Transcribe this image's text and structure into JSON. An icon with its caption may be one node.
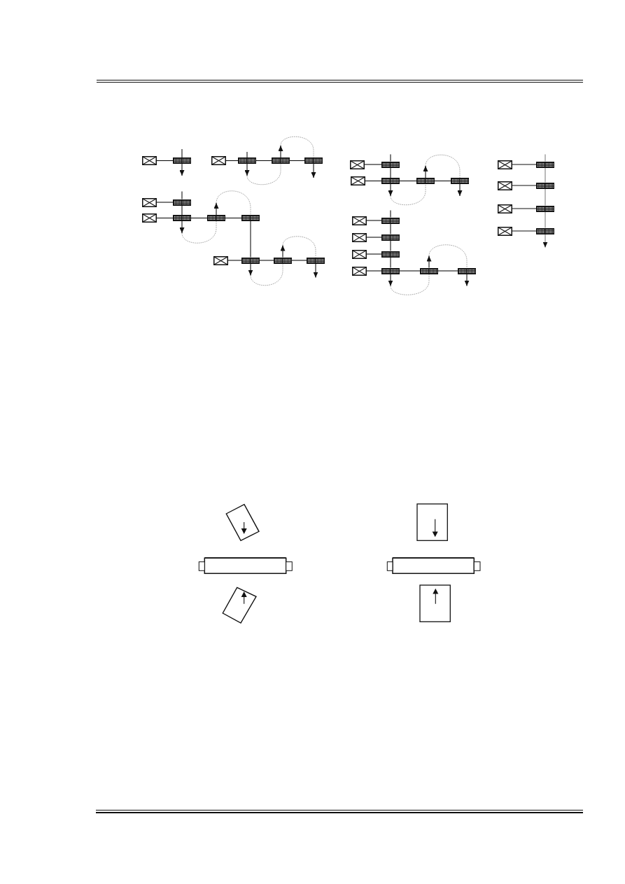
{
  "diagram": {
    "nodes": [
      {
        "text": [],
        "shape": "box"
      },
      {
        "text": [],
        "shape": "bar"
      },
      {
        "text": [],
        "shape": "box"
      },
      {
        "text": [],
        "shape": "bar"
      },
      {
        "text": [],
        "shape": "bar"
      },
      {
        "text": [],
        "shape": "bar"
      },
      {
        "text": [],
        "shape": "box"
      },
      {
        "text": [],
        "shape": "bar"
      },
      {
        "text": [],
        "shape": "box"
      },
      {
        "text": [],
        "shape": "bar"
      },
      {
        "text": [],
        "shape": "bar"
      },
      {
        "text": [],
        "shape": "bar"
      },
      {
        "text": [],
        "shape": "box"
      },
      {
        "text": [],
        "shape": "bar"
      },
      {
        "text": [],
        "shape": "bar"
      },
      {
        "text": [],
        "shape": "bar"
      },
      {
        "text": [],
        "shape": "box"
      },
      {
        "text": [],
        "shape": "bar"
      },
      {
        "text": [],
        "shape": "box"
      },
      {
        "text": [],
        "shape": "bar"
      },
      {
        "text": [],
        "shape": "bar"
      },
      {
        "text": [],
        "shape": "bar"
      },
      {
        "text": [],
        "shape": "box"
      },
      {
        "text": [],
        "shape": "bar"
      },
      {
        "text": [],
        "shape": "box"
      },
      {
        "text": [],
        "shape": "bar"
      },
      {
        "text": [],
        "shape": "box"
      },
      {
        "text": [],
        "shape": "bar"
      },
      {
        "text": [],
        "shape": "box"
      },
      {
        "text": [],
        "shape": "bar"
      },
      {
        "text": [],
        "shape": "bar"
      },
      {
        "text": [],
        "shape": "bar"
      },
      {
        "text": [],
        "shape": "box"
      },
      {
        "text": [],
        "shape": "bar"
      },
      {
        "text": [],
        "shape": "box"
      },
      {
        "text": [],
        "shape": "bar"
      },
      {
        "text": [],
        "shape": "box"
      },
      {
        "text": [],
        "shape": "bar"
      },
      {
        "text": [],
        "shape": "box"
      },
      {
        "text": [],
        "shape": "bar"
      }
    ],
    "edges": [
      {
        "from": null,
        "to": 1,
        "arrow": "none"
      },
      {
        "from": 0,
        "to": 1,
        "arrow": "none"
      },
      {
        "from": 1,
        "to": null,
        "arrow": "to"
      },
      {
        "from": 2,
        "to": 3,
        "arrow": "none"
      },
      {
        "from": 3,
        "to": 4,
        "arrow": "none"
      },
      {
        "from": 4,
        "to": 5,
        "arrow": "none"
      },
      {
        "from": null,
        "to": 3,
        "arrow": "none"
      },
      {
        "from": 3,
        "to": null,
        "arrow": "to"
      },
      {
        "from": null,
        "to": 4,
        "arrow": "none",
        "style": "dashed",
        "color": "#999999"
      },
      {
        "from": 4,
        "to": null,
        "arrow": "to"
      },
      {
        "from": null,
        "to": 5,
        "arrow": "none",
        "style": "dashed",
        "color": "#999999"
      },
      {
        "from": 5,
        "to": null,
        "arrow": "to"
      },
      {
        "from": 6,
        "to": 7,
        "arrow": "none"
      },
      {
        "from": 8,
        "to": 9,
        "arrow": "none"
      },
      {
        "from": 9,
        "to": 10,
        "arrow": "none"
      },
      {
        "from": 10,
        "to": 11,
        "arrow": "none"
      },
      {
        "from": null,
        "to": 7,
        "arrow": "none"
      },
      {
        "from": 7,
        "to": 9,
        "arrow": "none"
      },
      {
        "from": 9,
        "to": null,
        "arrow": "to"
      },
      {
        "from": null,
        "to": 10,
        "arrow": "none",
        "style": "dashed",
        "color": "#999999"
      },
      {
        "from": 10,
        "to": null,
        "arrow": "to"
      },
      {
        "from": null,
        "to": 11,
        "arrow": "none",
        "style": "dashed",
        "color": "#999999"
      },
      {
        "from": 11,
        "to": 13,
        "arrow": "none"
      },
      {
        "from": 12,
        "to": 13,
        "arrow": "none"
      },
      {
        "from": 13,
        "to": 14,
        "arrow": "none"
      },
      {
        "from": 14,
        "to": 15,
        "arrow": "none"
      },
      {
        "from": 13,
        "to": null,
        "arrow": "to"
      },
      {
        "from": null,
        "to": 14,
        "arrow": "none",
        "style": "dashed",
        "color": "#999999"
      },
      {
        "from": 14,
        "to": null,
        "arrow": "to"
      },
      {
        "from": null,
        "to": 15,
        "arrow": "none",
        "style": "dashed",
        "color": "#999999"
      },
      {
        "from": 15,
        "to": null,
        "arrow": "to"
      },
      {
        "from": 16,
        "to": 17,
        "arrow": "none"
      },
      {
        "from": 18,
        "to": 19,
        "arrow": "none"
      },
      {
        "from": 19,
        "to": 20,
        "arrow": "none"
      },
      {
        "from": 20,
        "to": 21,
        "arrow": "none"
      },
      {
        "from": null,
        "to": 17,
        "arrow": "none"
      },
      {
        "from": 17,
        "to": 19,
        "arrow": "none"
      },
      {
        "from": 19,
        "to": null,
        "arrow": "to"
      },
      {
        "from": null,
        "to": 20,
        "arrow": "none",
        "style": "dashed",
        "color": "#999999"
      },
      {
        "from": 20,
        "to": null,
        "arrow": "to"
      },
      {
        "from": null,
        "to": 21,
        "arrow": "none",
        "style": "dashed",
        "color": "#999999"
      },
      {
        "from": 21,
        "to": null,
        "arrow": "to"
      },
      {
        "from": 22,
        "to": 23,
        "arrow": "none"
      },
      {
        "from": 24,
        "to": 25,
        "arrow": "none"
      },
      {
        "from": 26,
        "to": 27,
        "arrow": "none"
      },
      {
        "from": 28,
        "to": 29,
        "arrow": "none"
      },
      {
        "from": 29,
        "to": 30,
        "arrow": "none"
      },
      {
        "from": 30,
        "to": 31,
        "arrow": "none"
      },
      {
        "from": null,
        "to": 23,
        "arrow": "none"
      },
      {
        "from": 23,
        "to": 25,
        "arrow": "none"
      },
      {
        "from": 25,
        "to": 27,
        "arrow": "none"
      },
      {
        "from": 27,
        "to": 29,
        "arrow": "none"
      },
      {
        "from": 29,
        "to": null,
        "arrow": "to"
      },
      {
        "from": null,
        "to": 30,
        "arrow": "none",
        "style": "dashed",
        "color": "#999999"
      },
      {
        "from": 30,
        "to": null,
        "arrow": "to"
      },
      {
        "from": null,
        "to": 31,
        "arrow": "none",
        "style": "dashed",
        "color": "#999999"
      },
      {
        "from": 31,
        "to": null,
        "arrow": "to"
      },
      {
        "from": 32,
        "to": 33,
        "arrow": "none"
      },
      {
        "from": 34,
        "to": 35,
        "arrow": "none"
      },
      {
        "from": 36,
        "to": 37,
        "arrow": "none"
      },
      {
        "from": 38,
        "to": 39,
        "arrow": "none"
      },
      {
        "from": null,
        "to": 33,
        "arrow": "none",
        "color": "#808080"
      },
      {
        "from": 33,
        "to": 35,
        "arrow": "none",
        "color": "#808080"
      },
      {
        "from": 35,
        "to": 37,
        "arrow": "none",
        "color": "#808080"
      },
      {
        "from": 37,
        "to": 39,
        "arrow": "none",
        "color": "#808080"
      },
      {
        "from": 39,
        "to": null,
        "arrow": "to",
        "color": "#808080"
      }
    ]
  }
}
